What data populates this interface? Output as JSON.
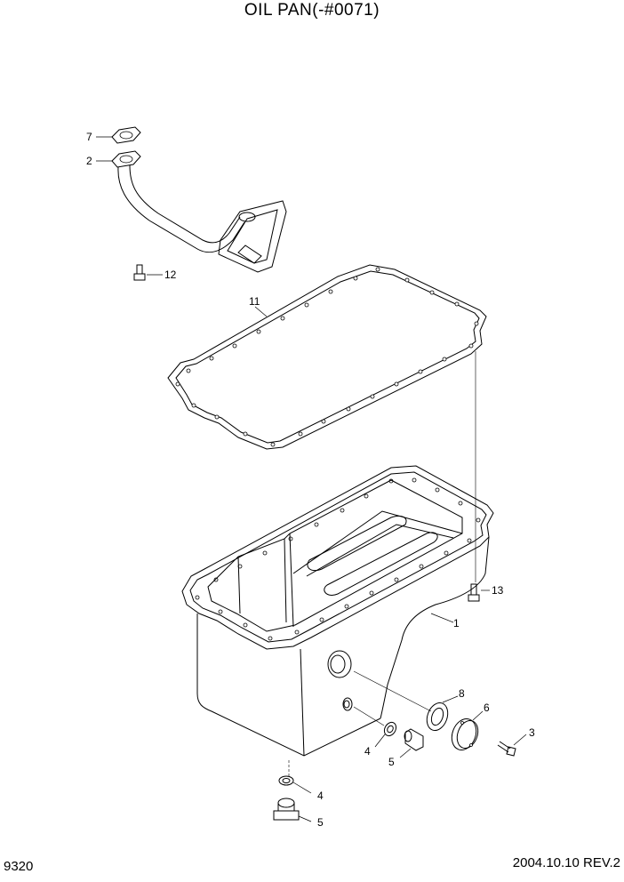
{
  "title": "OIL PAN(-#0071)",
  "page_number": "9320",
  "revision": "2004.10.10  REV.2",
  "callouts": [
    {
      "id": "c7",
      "label": "7"
    },
    {
      "id": "c2",
      "label": "2"
    },
    {
      "id": "c12",
      "label": "12"
    },
    {
      "id": "c11",
      "label": "11"
    },
    {
      "id": "c13",
      "label": "13"
    },
    {
      "id": "c1",
      "label": "1"
    },
    {
      "id": "c8",
      "label": "8"
    },
    {
      "id": "c6",
      "label": "6"
    },
    {
      "id": "c3",
      "label": "3"
    },
    {
      "id": "c4a",
      "label": "4"
    },
    {
      "id": "c5a",
      "label": "5"
    },
    {
      "id": "c4b",
      "label": "4"
    },
    {
      "id": "c5b",
      "label": "5"
    }
  ]
}
